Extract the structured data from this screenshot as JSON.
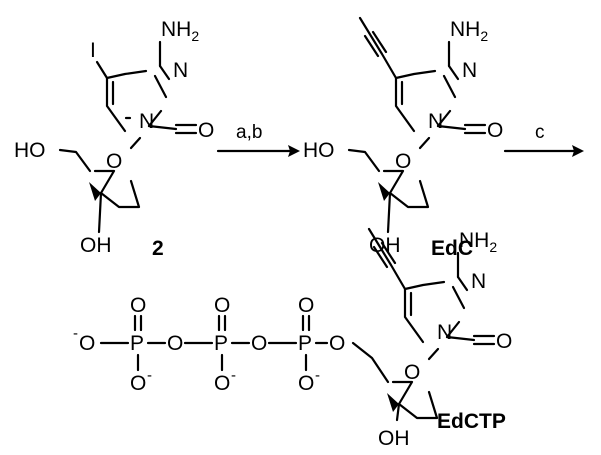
{
  "atoms": {
    "nh2_main": "NH",
    "nh2_sub": "2",
    "n": "N",
    "o": "O",
    "ho": "HO",
    "oh": "OH",
    "iodine": "I",
    "p": "P",
    "minus": "-"
  },
  "compounds": {
    "starting": "2",
    "product": "EdC",
    "triphosphate": "EdCTP"
  },
  "reactions": {
    "step1": "a,b",
    "step2": "c"
  },
  "colors": {
    "ink": "#000000",
    "background": "#ffffff"
  }
}
